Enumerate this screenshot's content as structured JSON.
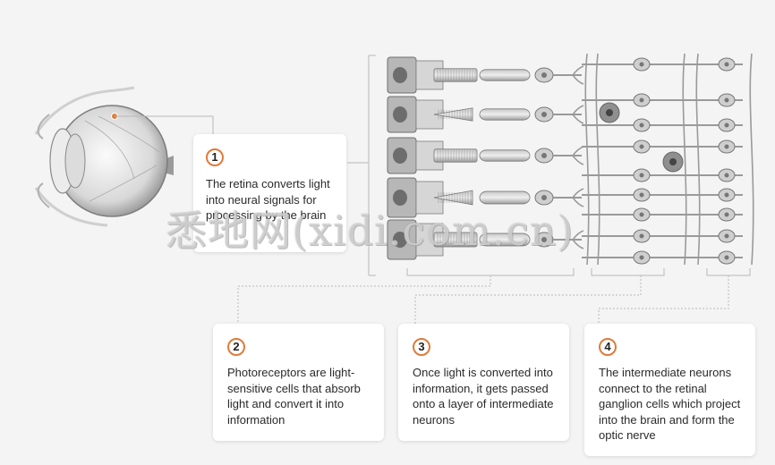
{
  "cards": [
    {
      "number": "1",
      "text": "The retina converts light into neural signals for processing by the brain"
    },
    {
      "number": "2",
      "text": "Photoreceptors are light-sensitive cells that absorb light and convert it into information"
    },
    {
      "number": "3",
      "text": "Once light is converted into information, it gets passed onto a layer of intermediate neurons"
    },
    {
      "number": "4",
      "text": "The intermediate neurons connect to the retinal ganglion cells which project into the brain and form the optic nerve"
    }
  ],
  "watermark": "悉地网(xidi.com.cn)",
  "colors": {
    "accent": "#e07a3a",
    "connector": "#b8b8b8",
    "background": "#f4f4f4",
    "card": "#ffffff"
  }
}
